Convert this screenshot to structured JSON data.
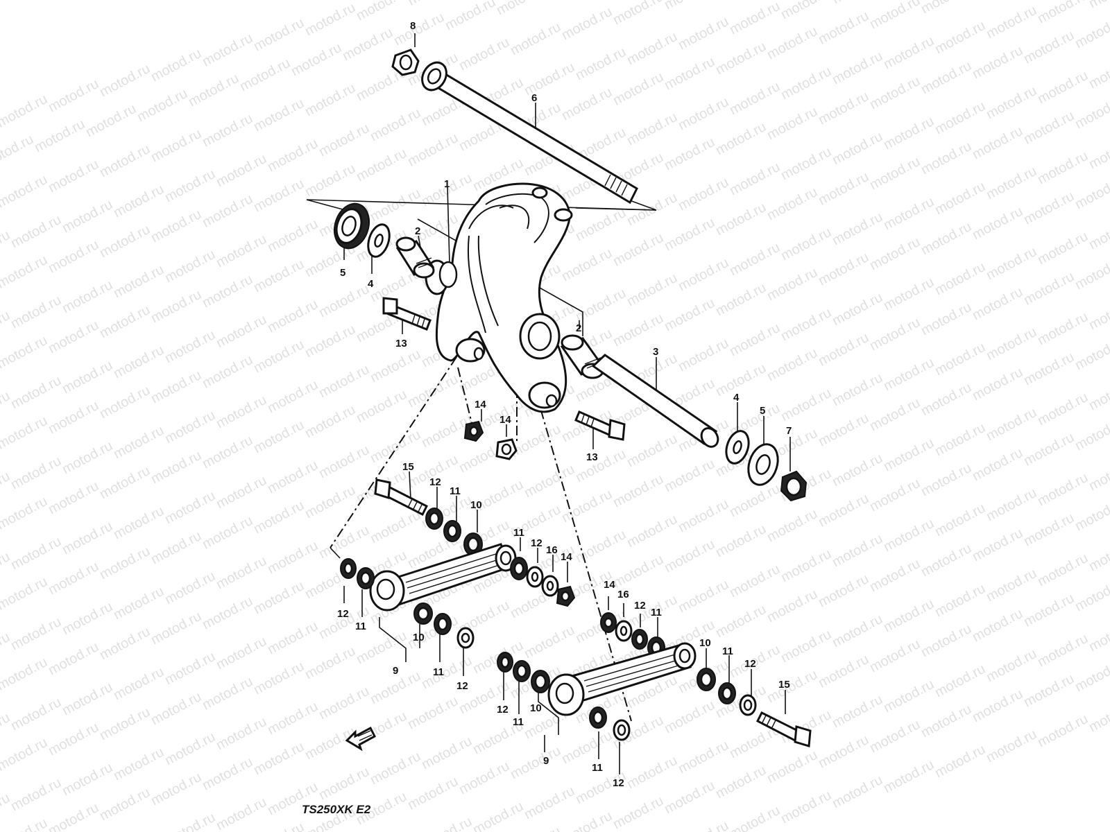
{
  "watermark": {
    "text": "motod.ru"
  },
  "model_code": "TS250XK E2",
  "callouts": [
    {
      "id": "c8",
      "label": "8"
    },
    {
      "id": "c6",
      "label": "6"
    },
    {
      "id": "c1",
      "label": "1"
    },
    {
      "id": "c2a",
      "label": "2"
    },
    {
      "id": "c5a",
      "label": "5"
    },
    {
      "id": "c4a",
      "label": "4"
    },
    {
      "id": "c13a",
      "label": "13"
    },
    {
      "id": "c2b",
      "label": "2"
    },
    {
      "id": "c3",
      "label": "3"
    },
    {
      "id": "c4b",
      "label": "4"
    },
    {
      "id": "c5b",
      "label": "5"
    },
    {
      "id": "c7",
      "label": "7"
    },
    {
      "id": "c14a",
      "label": "14"
    },
    {
      "id": "c14b",
      "label": "14"
    },
    {
      "id": "c13b",
      "label": "13"
    },
    {
      "id": "c15a",
      "label": "15"
    },
    {
      "id": "c12a",
      "label": "12"
    },
    {
      "id": "c11a",
      "label": "11"
    },
    {
      "id": "c10a",
      "label": "10"
    },
    {
      "id": "c11b",
      "label": "11"
    },
    {
      "id": "c12b",
      "label": "12"
    },
    {
      "id": "c16a",
      "label": "16"
    },
    {
      "id": "c14c",
      "label": "14"
    },
    {
      "id": "c12c",
      "label": "12"
    },
    {
      "id": "c11c",
      "label": "11"
    },
    {
      "id": "c10b",
      "label": "10"
    },
    {
      "id": "c9a",
      "label": "9"
    },
    {
      "id": "c11d",
      "label": "11"
    },
    {
      "id": "c12d",
      "label": "12"
    },
    {
      "id": "c14d",
      "label": "14"
    },
    {
      "id": "c16b",
      "label": "16"
    },
    {
      "id": "c12e",
      "label": "12"
    },
    {
      "id": "c11e",
      "label": "11"
    },
    {
      "id": "c10c",
      "label": "10"
    },
    {
      "id": "c11f",
      "label": "11"
    },
    {
      "id": "c12f",
      "label": "12"
    },
    {
      "id": "c15b",
      "label": "15"
    },
    {
      "id": "c12g",
      "label": "12"
    },
    {
      "id": "c11g",
      "label": "11"
    },
    {
      "id": "c10d",
      "label": "10"
    },
    {
      "id": "c9b",
      "label": "9"
    },
    {
      "id": "c11h",
      "label": "11"
    },
    {
      "id": "c12h",
      "label": "12"
    }
  ]
}
